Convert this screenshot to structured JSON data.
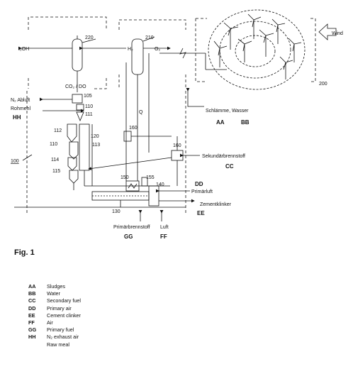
{
  "figure_label": "Fig. 1",
  "top_labels": {
    "i2oh": "I₂OH",
    "co2_do": "CO₂ / DO",
    "h2": "H₂",
    "o2": "O₂",
    "wind": "Wind"
  },
  "numbers": {
    "n220": "220",
    "n210": "210",
    "n200": "200",
    "n105": "105",
    "n110a": "110",
    "n111": "111",
    "n112": "112",
    "n120": "120",
    "n110b": "110",
    "n113": "113",
    "n114": "114",
    "n115": "115",
    "n160a": "160",
    "n160b": "160",
    "n150": "150",
    "n155": "155",
    "n140": "140",
    "n130": "130",
    "n100": "100",
    "q": "Q"
  },
  "left_labels": {
    "n2_abluft": "N₂ Abluft",
    "rohmehl": "Rohmehl",
    "hh": "HH"
  },
  "right_labels": {
    "schlaemme": "Schlämme, Wasser",
    "aa": "AA",
    "bb": "BB",
    "sekundaer": "Sekundärbrennstoff",
    "cc": "CC",
    "dd": "DD",
    "primaerluft": "Primärluft",
    "zementklinker": "Zementklinker",
    "ee": "EE"
  },
  "bottom_labels": {
    "primaerbrennstoff": "Primärbrennstoff",
    "gg": "GG",
    "luft": "Luft",
    "ff": "FF"
  },
  "legend": [
    {
      "code": "AA",
      "text": "Sludges"
    },
    {
      "code": "BB",
      "text": "Water"
    },
    {
      "code": "CC",
      "text": "Secondary fuel"
    },
    {
      "code": "DD",
      "text": "Primary air"
    },
    {
      "code": "EE",
      "text": "Cement clinker"
    },
    {
      "code": "FF",
      "text": "Air"
    },
    {
      "code": "GG",
      "text": "Primary fuel"
    },
    {
      "code": "HH",
      "text": "N₂ exhaust air"
    }
  ],
  "legend_extra": "Raw meal"
}
